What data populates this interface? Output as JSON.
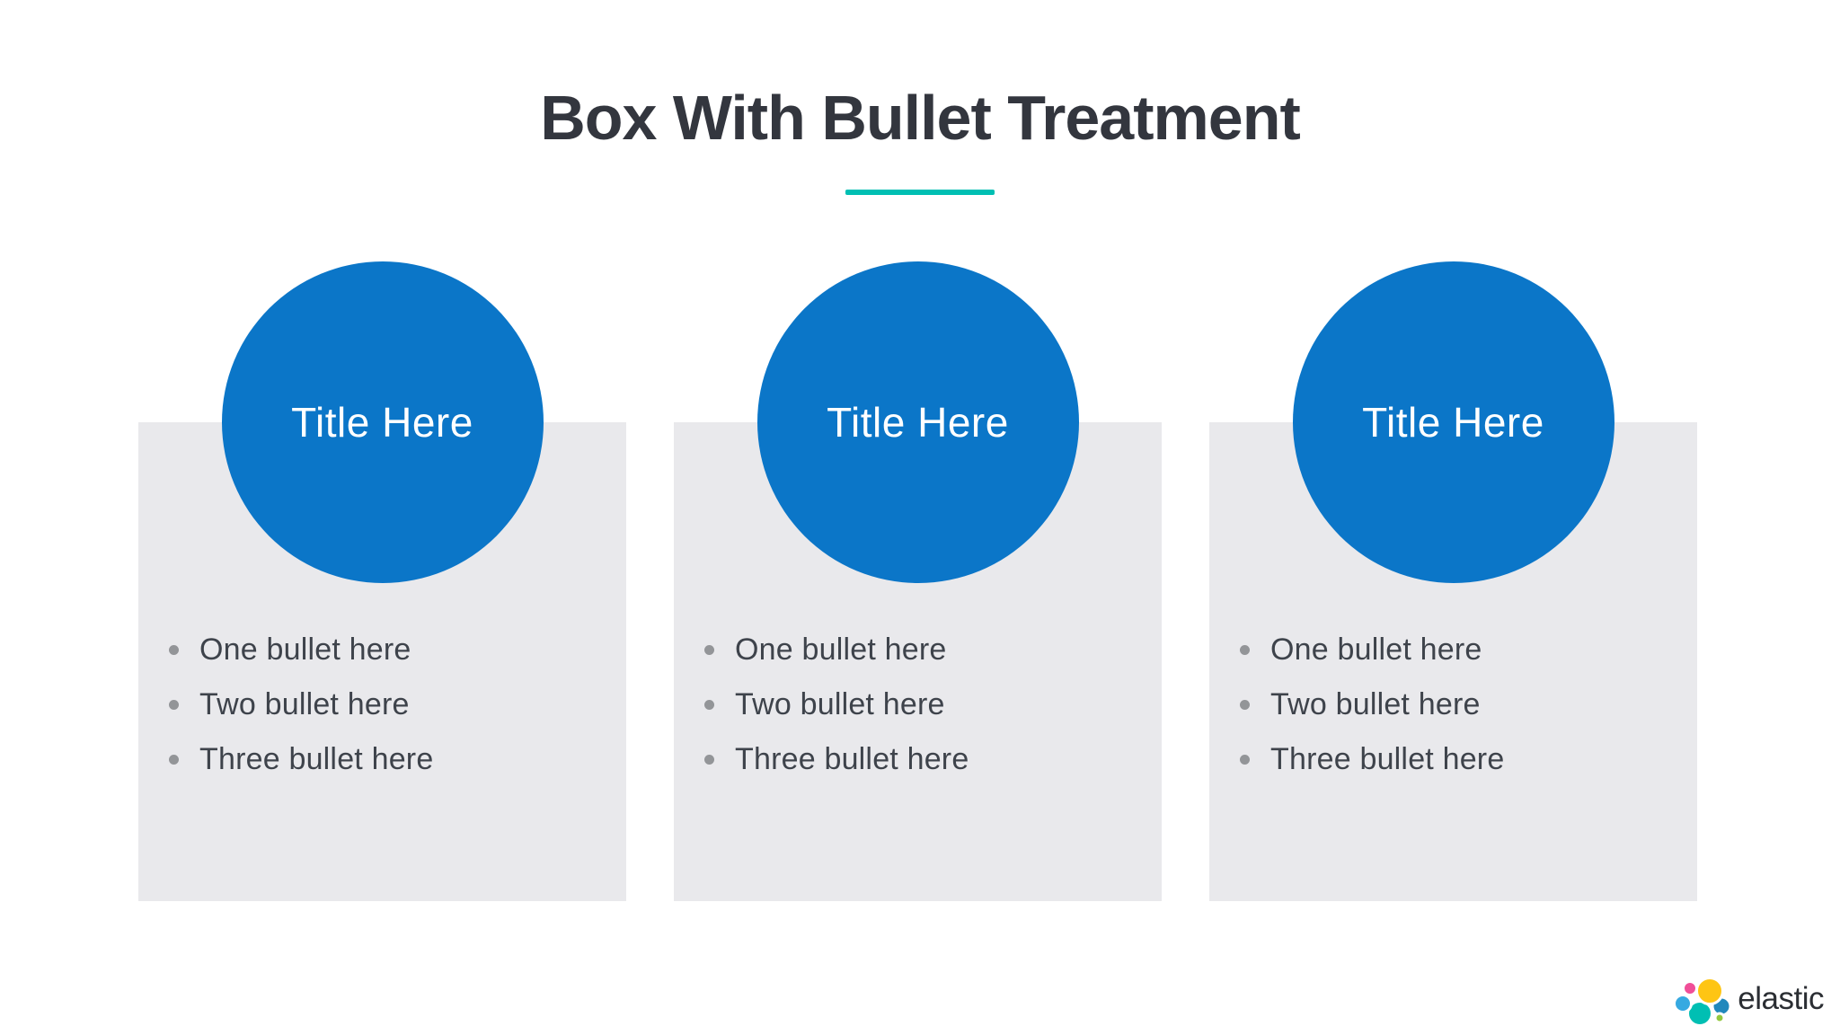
{
  "slide": {
    "title": "Box With Bullet Treatment",
    "accent_color": "#00BFB3",
    "circle_color": "#0B76C8",
    "box_color": "#E9E9EC",
    "title_color": "#33363E",
    "bullet_text_color": "#3E434B"
  },
  "cards": [
    {
      "title": "Title Here",
      "bullets": [
        "One bullet here",
        "Two bullet here",
        "Three bullet here"
      ]
    },
    {
      "title": "Title Here",
      "bullets": [
        "One bullet here",
        "Two bullet here",
        "Three bullet here"
      ]
    },
    {
      "title": "Title Here",
      "bullets": [
        "One bullet here",
        "Two bullet here",
        "Three bullet here"
      ]
    }
  ],
  "footer": {
    "brand": "elastic",
    "logo_icon": "elastic-logo-icon",
    "logo_colors": {
      "pink": "#F04E98",
      "yellow": "#FEC514",
      "light_blue": "#36A9E1",
      "teal": "#00BFB3",
      "steel_blue": "#2188BC",
      "green": "#93C83E"
    }
  }
}
